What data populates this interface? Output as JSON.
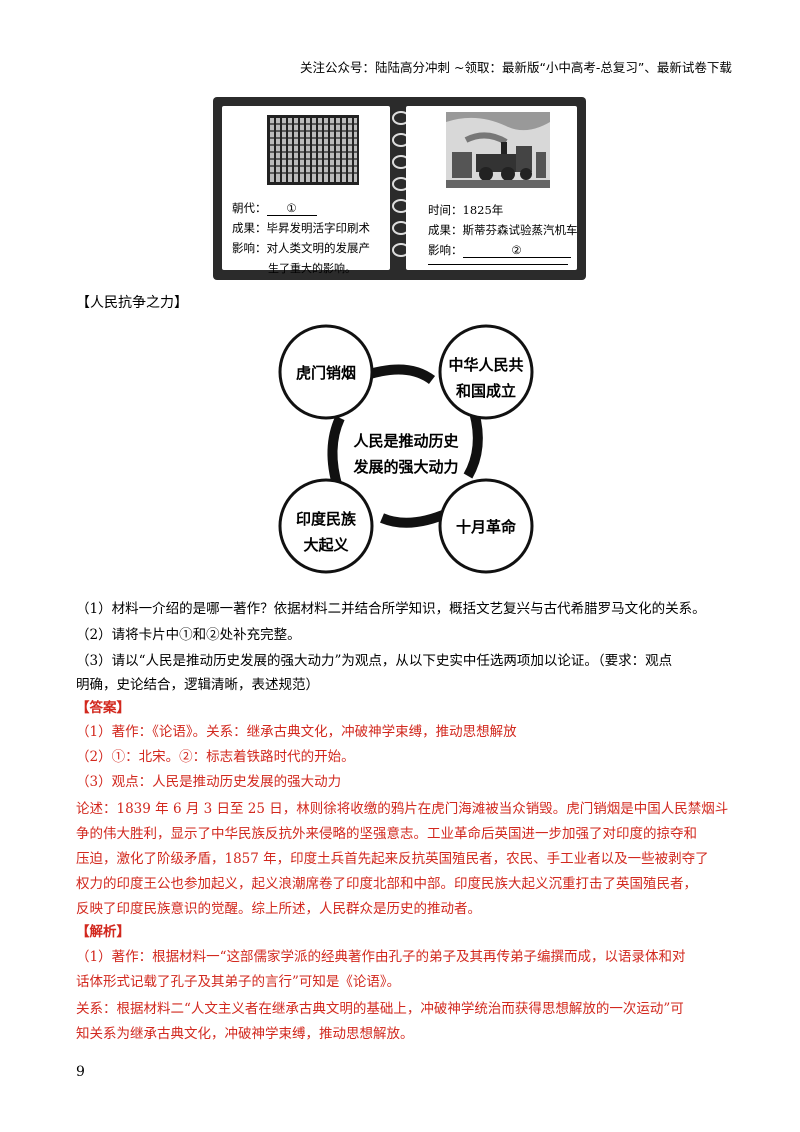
{
  "header": "关注公众号：陆陆高分冲刺 ~领取：最新版“小中高考-总复习”、最新试卷下载",
  "card": {
    "left": {
      "dynasty_label": "朝代：",
      "dynasty_blank": "①",
      "result": "成果：毕昇发明活字印刷术",
      "influence_1": "影响：对人类文明的发展产",
      "influence_2": "生了重大的影响。"
    },
    "right": {
      "time": "时间：1825年",
      "result": "成果：斯蒂芬森试验蒸汽机车",
      "influence_label": "影响：",
      "influence_blank": "②"
    }
  },
  "section_title": "【人民抗争之力】",
  "diagram": {
    "center_1": "人民是推动历史",
    "center_2": "发展的强大动力",
    "tl": "虎门销烟",
    "tr_1": "中华人民共",
    "tr_2": "和国成立",
    "bl_1": "印度民族",
    "bl_2": "大起义",
    "br": "十月革命"
  },
  "questions": [
    "（1）材料一介绍的是哪一著作？依据材料二并结合所学知识，概括文艺复兴与古代希腊罗马文化的关系。",
    "（2）请将卡片中①和②处补充完整。",
    "（3）请以“人民是推动历史发展的强大动力”为观点，从以下史实中任选两项加以论证。（要求：观点",
    "明确，史论结合，逻辑清晰，表述规范）"
  ],
  "answer_title": "【答案】",
  "answers": [
    "（1）著作：《论语》。关系：继承古典文化，冲破神学束缚，推动思想解放",
    "（2）①：北宋。②：标志着铁路时代的开始。",
    "（3）观点：人民是推动历史发展的强大动力",
    "论述：1839 年 6 月 3 日至 25 日，林则徐将收缴的鸦片在虎门海滩被当众销毁。虎门销烟是中国人民禁烟斗",
    "争的伟大胜利，显示了中华民族反抗外来侵略的坚强意志。工业革命后英国进一步加强了对印度的掠夺和",
    "压迫，激化了阶级矛盾，1857 年，印度土兵首先起来反抗英国殖民者，农民、手工业者以及一些被剥夺了",
    "权力的印度王公也参加起义，起义浪潮席卷了印度北部和中部。印度民族大起义沉重打击了英国殖民者，",
    "反映了印度民族意识的觉醒。综上所述，人民群众是历史的推动者。"
  ],
  "analysis_title": "【解析】",
  "analysis": [
    "（1）著作：根据材料一“这部儒家学派的经典著作由孔子的弟子及其再传弟子编撰而成，以语录体和对",
    "话体形式记载了孔子及其弟子的言行”可知是《论语》。",
    "关系：根据材料二“人文主义者在继承古典文明的基础上，冲破神学统治而获得思想解放的一次运动”可",
    "知关系为继承古典文化，冲破神学束缚，推动思想解放。"
  ],
  "page_number": "9"
}
